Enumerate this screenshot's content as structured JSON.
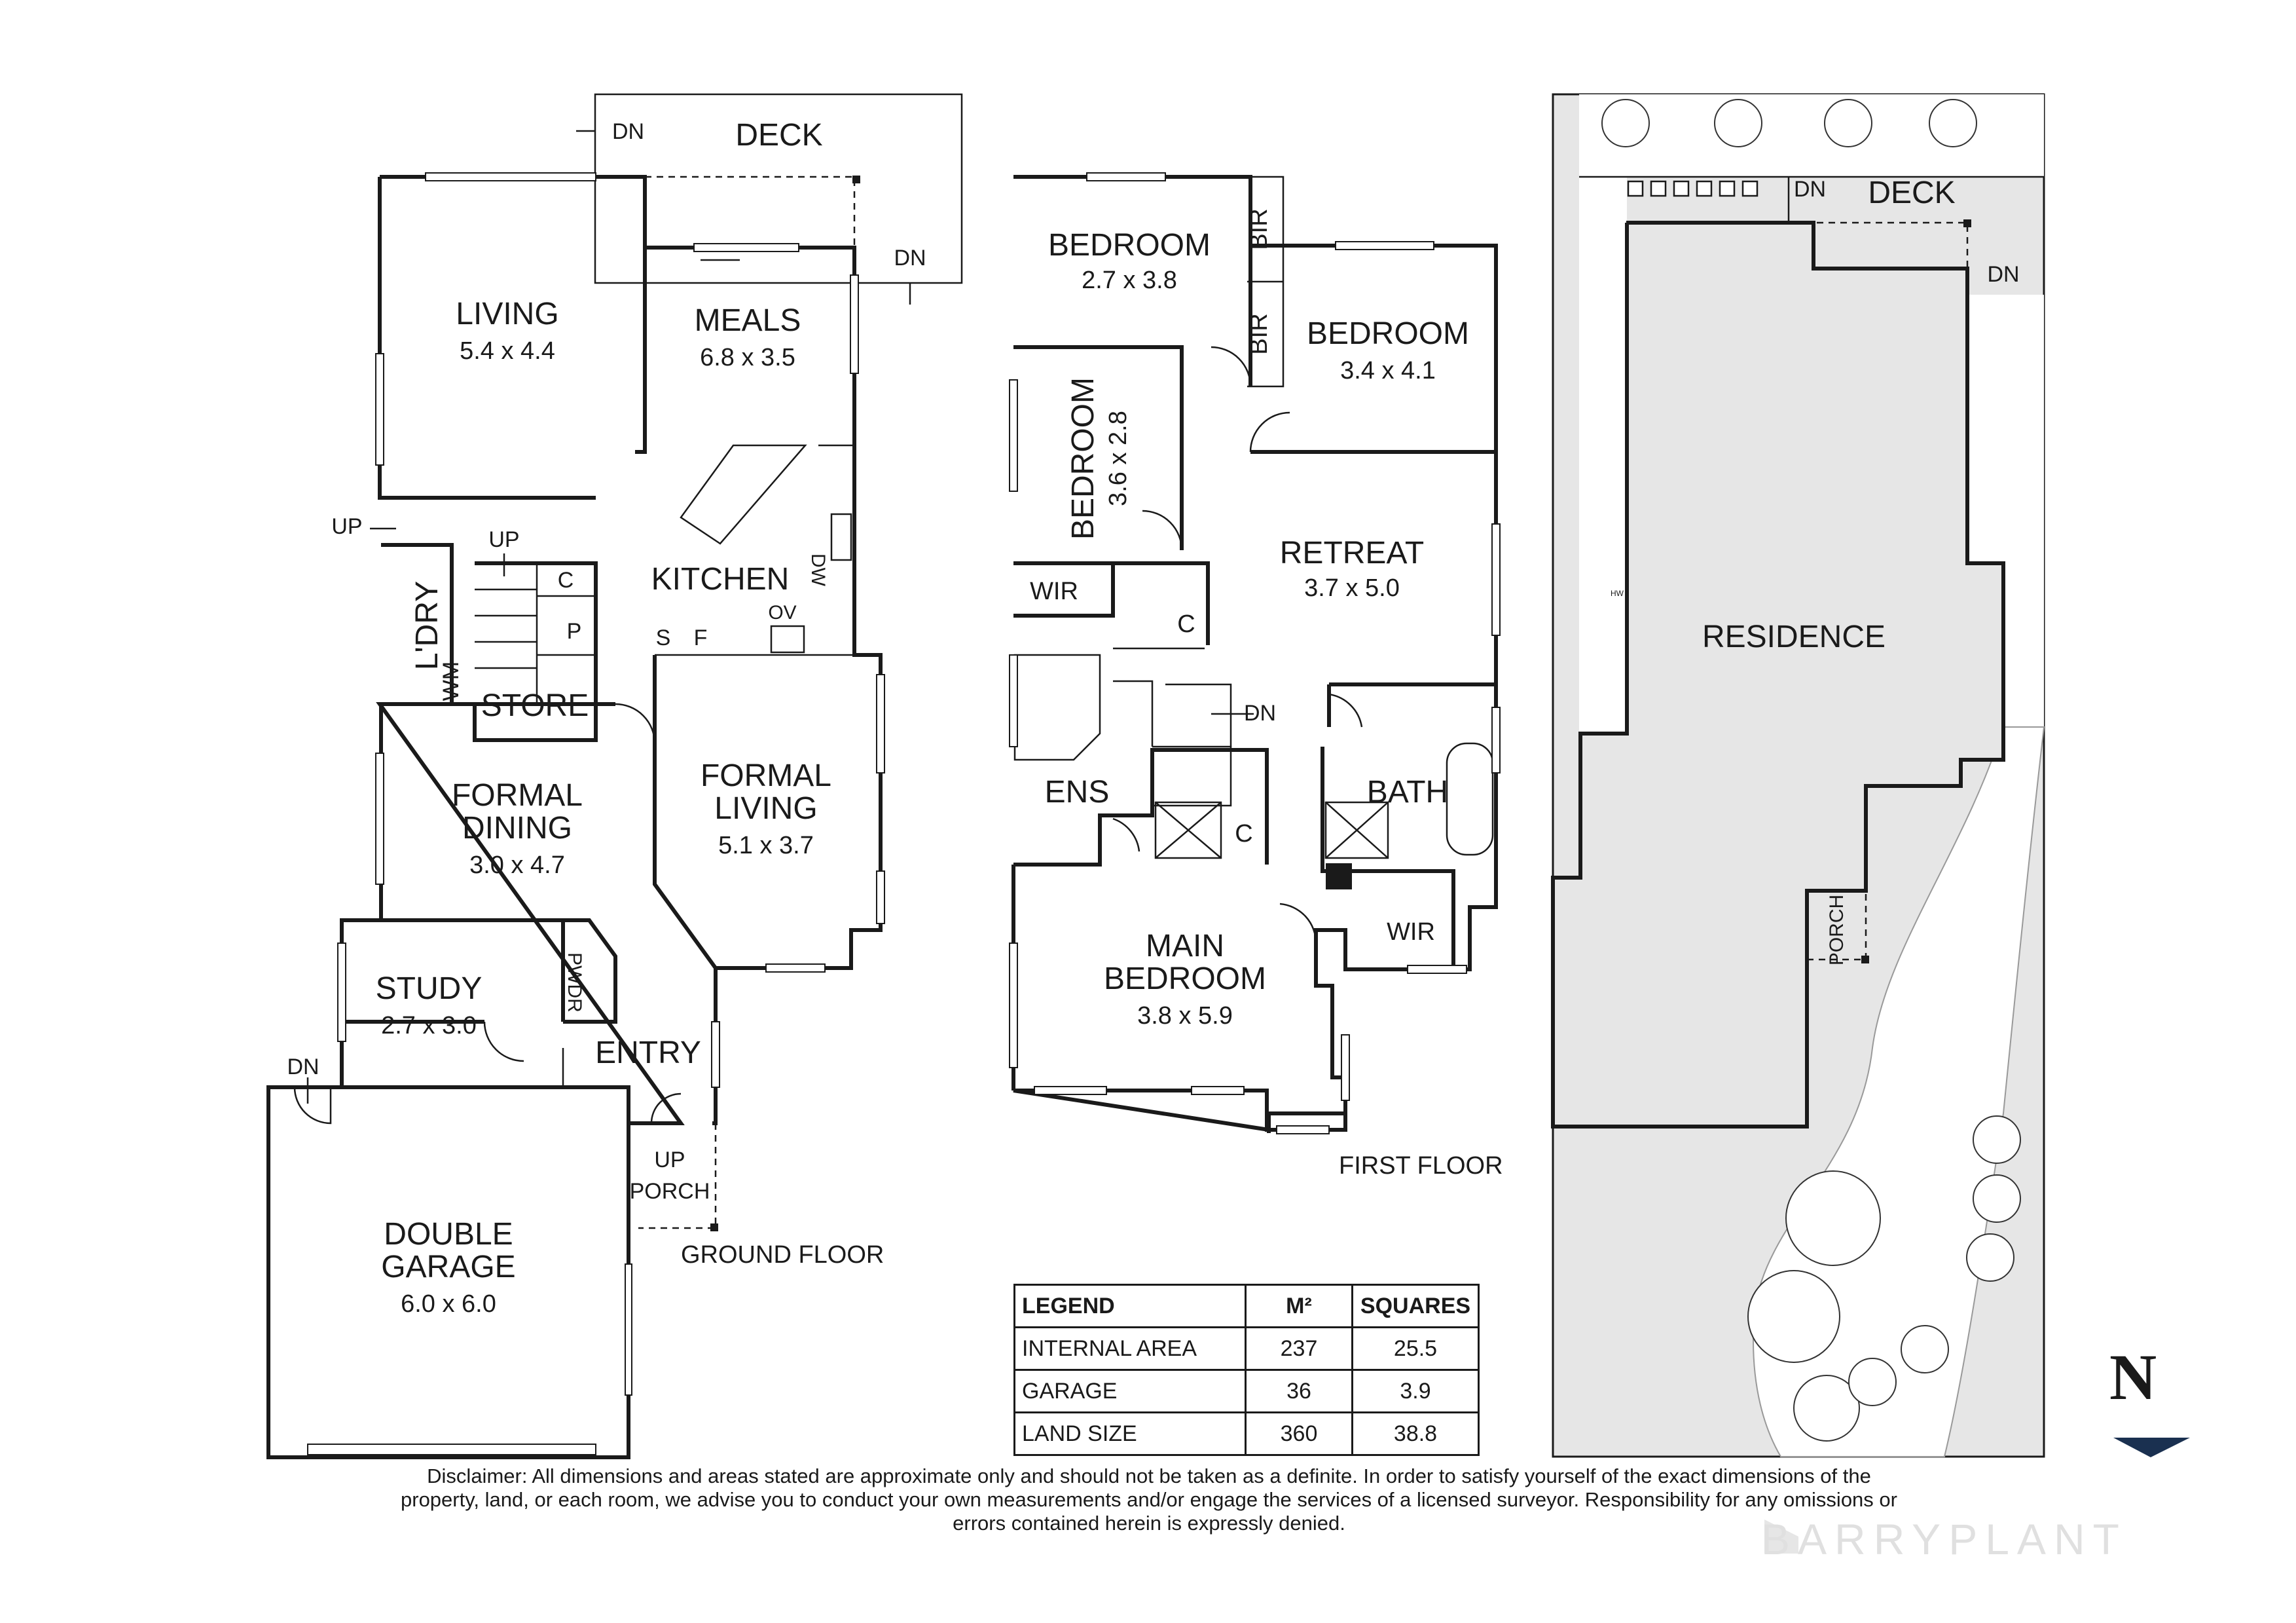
{
  "ground_floor": {
    "caption": "GROUND FLOOR",
    "rooms": {
      "deck": {
        "name": "DECK"
      },
      "living": {
        "name": "LIVING",
        "dim": "5.4 x 4.4"
      },
      "meals": {
        "name": "MEALS",
        "dim": "6.8 x 3.5"
      },
      "kitchen": {
        "name": "KITCHEN"
      },
      "laundry": {
        "name": "L'DRY"
      },
      "store": {
        "name": "STORE"
      },
      "formal_dining": {
        "name_line1": "FORMAL",
        "name_line2": "DINING",
        "dim": "3.0 x 4.7"
      },
      "formal_living": {
        "name_line1": "FORMAL",
        "name_line2": "LIVING",
        "dim": "5.1 x 3.7"
      },
      "study": {
        "name": "STUDY",
        "dim": "2.7 x 3.0"
      },
      "entry": {
        "name": "ENTRY"
      },
      "porch": {
        "name": "PORCH"
      },
      "garage": {
        "name_line1": "DOUBLE",
        "name_line2": "GARAGE",
        "dim": "6.0 x 6.0"
      }
    },
    "labels": {
      "dn": "DN",
      "up": "UP",
      "c": "C",
      "p": "P",
      "s": "S",
      "f": "F",
      "ov": "OV",
      "dw": "DW",
      "wm": "WM",
      "pwdr": "PWDR"
    }
  },
  "first_floor": {
    "caption": "FIRST FLOOR",
    "rooms": {
      "bedroom1": {
        "name": "BEDROOM",
        "dim": "2.7 x 3.8"
      },
      "bedroom2": {
        "name": "BEDROOM",
        "dim": "3.4 x 4.1"
      },
      "bedroom3": {
        "name": "BEDROOM",
        "dim": "3.6 x 2.8"
      },
      "retreat": {
        "name": "RETREAT",
        "dim": "3.7 x 5.0"
      },
      "ens": {
        "name": "ENS"
      },
      "bath": {
        "name": "BATH"
      },
      "main_bedroom": {
        "name_line1": "MAIN",
        "name_line2": "BEDROOM",
        "dim": "3.8 x 5.9"
      }
    },
    "labels": {
      "bir": "BIR",
      "wir": "WIR",
      "c": "C",
      "dn": "DN"
    }
  },
  "site": {
    "deck": "DECK",
    "residence": "RESIDENCE",
    "porch": "PORCH",
    "dn": "DN",
    "hw": "HW"
  },
  "legend": {
    "headers": [
      "LEGEND",
      "M²",
      "SQUARES"
    ],
    "rows": [
      [
        "INTERNAL AREA",
        "237",
        "25.5"
      ],
      [
        "GARAGE",
        "36",
        "3.9"
      ],
      [
        "LAND SIZE",
        "360",
        "38.8"
      ]
    ]
  },
  "north": "N",
  "disclaimer": "Disclaimer: All dimensions and areas stated are approximate only and should not be taken as a definite. In order to satisfy yourself of the exact dimensions of the property, land, or each room, we advise you to conduct your own measurements and/or engage the services of a licensed surveyor. Responsibility for any omissions or errors contained herein is expressly denied.",
  "brand": "BARRYPLANT",
  "colors": {
    "ink": "#1a1a1a",
    "site_fill": "#e6e6e6",
    "brand": "#e0e0e0"
  }
}
